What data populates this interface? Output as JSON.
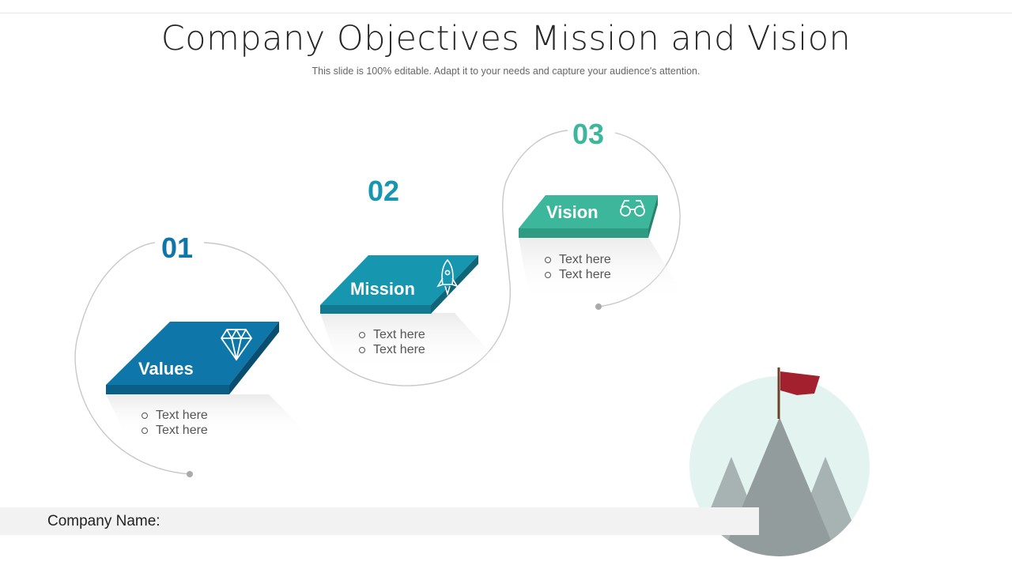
{
  "header": {
    "title": "Company Objectives Mission and Vision",
    "subtitle": "This slide is 100% editable. Adapt it to your needs and capture your audience's attention."
  },
  "steps": [
    {
      "number": "01",
      "label": "Values",
      "icon": "diamond-icon",
      "color": "#0e76a8",
      "number_color": "#0e76a8",
      "bullets": [
        "Text here",
        "Text here"
      ]
    },
    {
      "number": "02",
      "label": "Mission",
      "icon": "rocket-icon",
      "color": "#1796b0",
      "number_color": "#1796b0",
      "bullets": [
        "Text here",
        "Text here"
      ]
    },
    {
      "number": "03",
      "label": "Vision",
      "icon": "binoculars-icon",
      "color": "#3cb79b",
      "number_color": "#3cb79b",
      "bullets": [
        "Text here",
        "Text here"
      ]
    }
  ],
  "footer": {
    "company_label": "Company Name:"
  },
  "illustration": {
    "icon": "mountain-flag-icon",
    "flag_color": "#a3212e",
    "circle_color": "#e3f4f0"
  }
}
